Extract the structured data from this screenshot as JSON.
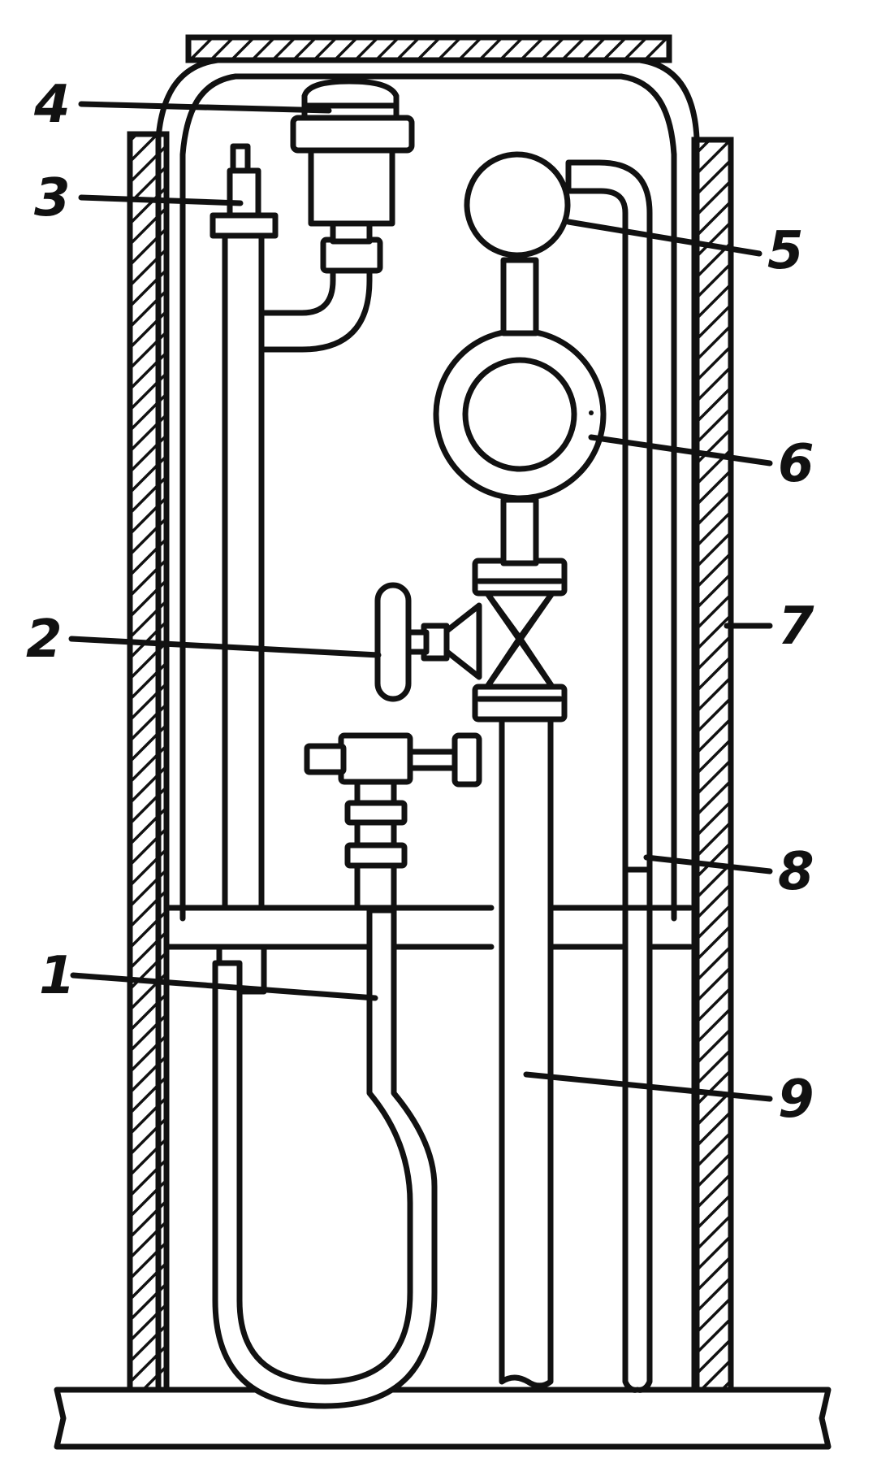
{
  "diagram": {
    "labels": [
      {
        "id": "1",
        "text": "1"
      },
      {
        "id": "2",
        "text": "2"
      },
      {
        "id": "3",
        "text": "3"
      },
      {
        "id": "4",
        "text": "4"
      },
      {
        "id": "5",
        "text": "5"
      },
      {
        "id": "6",
        "text": "6"
      },
      {
        "id": "7",
        "text": "7"
      },
      {
        "id": "8",
        "text": "8"
      },
      {
        "id": "9",
        "text": "9"
      }
    ],
    "colors": {
      "ink": "#111111",
      "paper": "#ffffff"
    }
  }
}
